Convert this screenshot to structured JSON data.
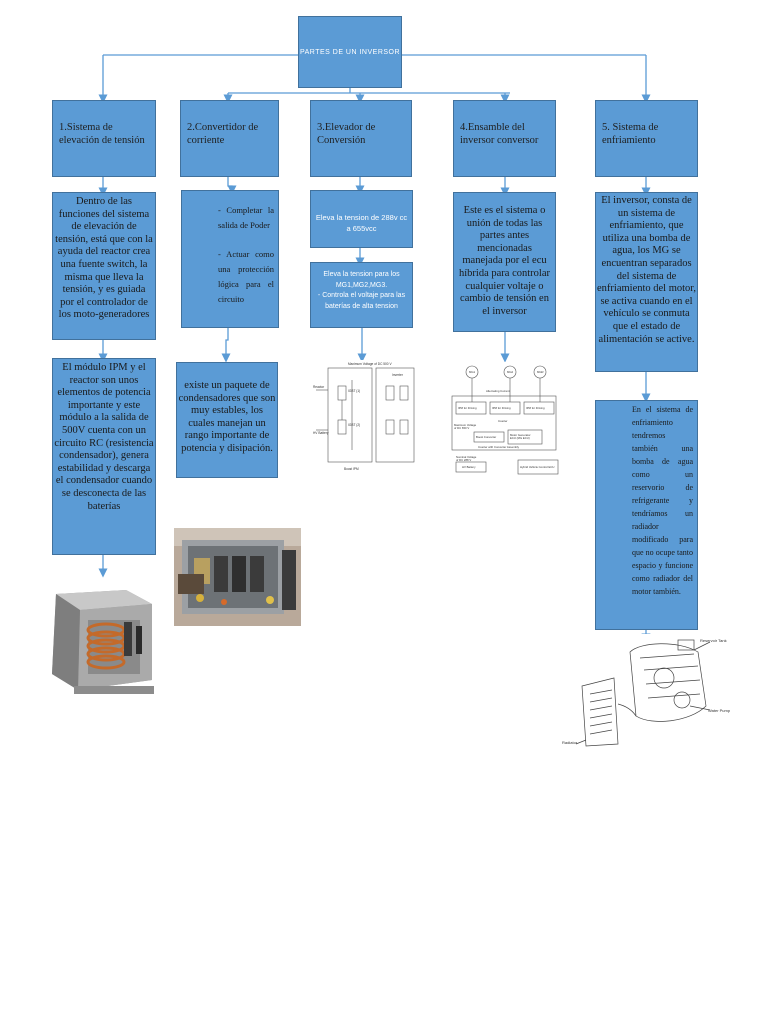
{
  "root": {
    "title": "PARTES DE UN INVERSOR"
  },
  "headers": [
    "1.Sistema de elevación de tensión",
    "2.Convertidor de corriente",
    "3.Elevador de Conversión",
    "4.Ensamble del inversor conversor",
    "5. Sistema de enfriamiento"
  ],
  "col1": {
    "desc": "Dentro de las funciones del sistema de elevación de tensión, está que con la ayuda del reactor crea una fuente switch, la misma que lleva la tensión, y es guiada por el controlador de los moto-generadores",
    "detail": "El módulo IPM y el reactor son unos elementos de potencia importante y este módulo a la salida de 500V cuenta con un circuito RC (resistencia condensador), genera estabilidad y descarga el condensador cuando se desconecta de las baterías"
  },
  "col2": {
    "bullet1": "- Completar la salida de Poder",
    "bullet2": "- Actuar como una protección lógica para el circuito",
    "detail": "existe un paquete de condensadores que son muy estables, los cuales manejan un rango importante de potencia y disipación."
  },
  "col3": {
    "box1": "Eleva la tension de 288v cc a 655vcc",
    "box2_line1": "Eleva la tension para los MG1,MG2,MG3.",
    "box2_line2": "- Controla el voltaje para las baterías de alta tension"
  },
  "col4": {
    "desc": "Este es el sistema o unión de todas las partes antes mencionadas manejada por el ecu híbrida para controlar cualquier voltaje o cambio de tensión en el inversor"
  },
  "col5": {
    "desc": "El inversor, consta de un sistema de enfriamiento, que utiliza una bomba de agua, los MG se encuentran separados del sistema de enfriamiento del motor, se activa cuando en el vehículo se conmuta que el estado de alimentación se active.",
    "detail": "En el sistema de enfriamiento tendremos también una bomba de agua como un reservorio de refrigerante y tendríamos un radiador modificado para que no ocupe tanto espacio y funcione como radiador del motor también."
  },
  "images": {
    "booster_circuit": {
      "labels": [
        "Reactor",
        "HV Battery",
        "IGBT (1)",
        "IGBT (2)",
        "Boost IPM",
        "Inverter",
        "Maximum Voltage of DC 500 V"
      ]
    },
    "inverter_assembly": {
      "labels": [
        "MG1",
        "MG2",
        "MGR",
        "Alternating Current",
        "IPM for Driving",
        "IPM for Driving",
        "IPM for Driving",
        "Inverter",
        "Maximum Voltage of DC 650 V",
        "Boost Converter",
        "Motor Generator ECU (MG ECU)",
        "Inverter with Converter Assembly",
        "Nominal Voltage of DC 288 V",
        "HV Battery",
        "Hybrid Vehicle Control ECU"
      ]
    },
    "cooling_system": {
      "labels": [
        "Reservoir Tank",
        "Water Pump",
        "Radiator"
      ]
    }
  },
  "colors": {
    "box_fill": "#5b9bd5",
    "box_border": "#41719c",
    "connector": "#5b9bd5"
  }
}
